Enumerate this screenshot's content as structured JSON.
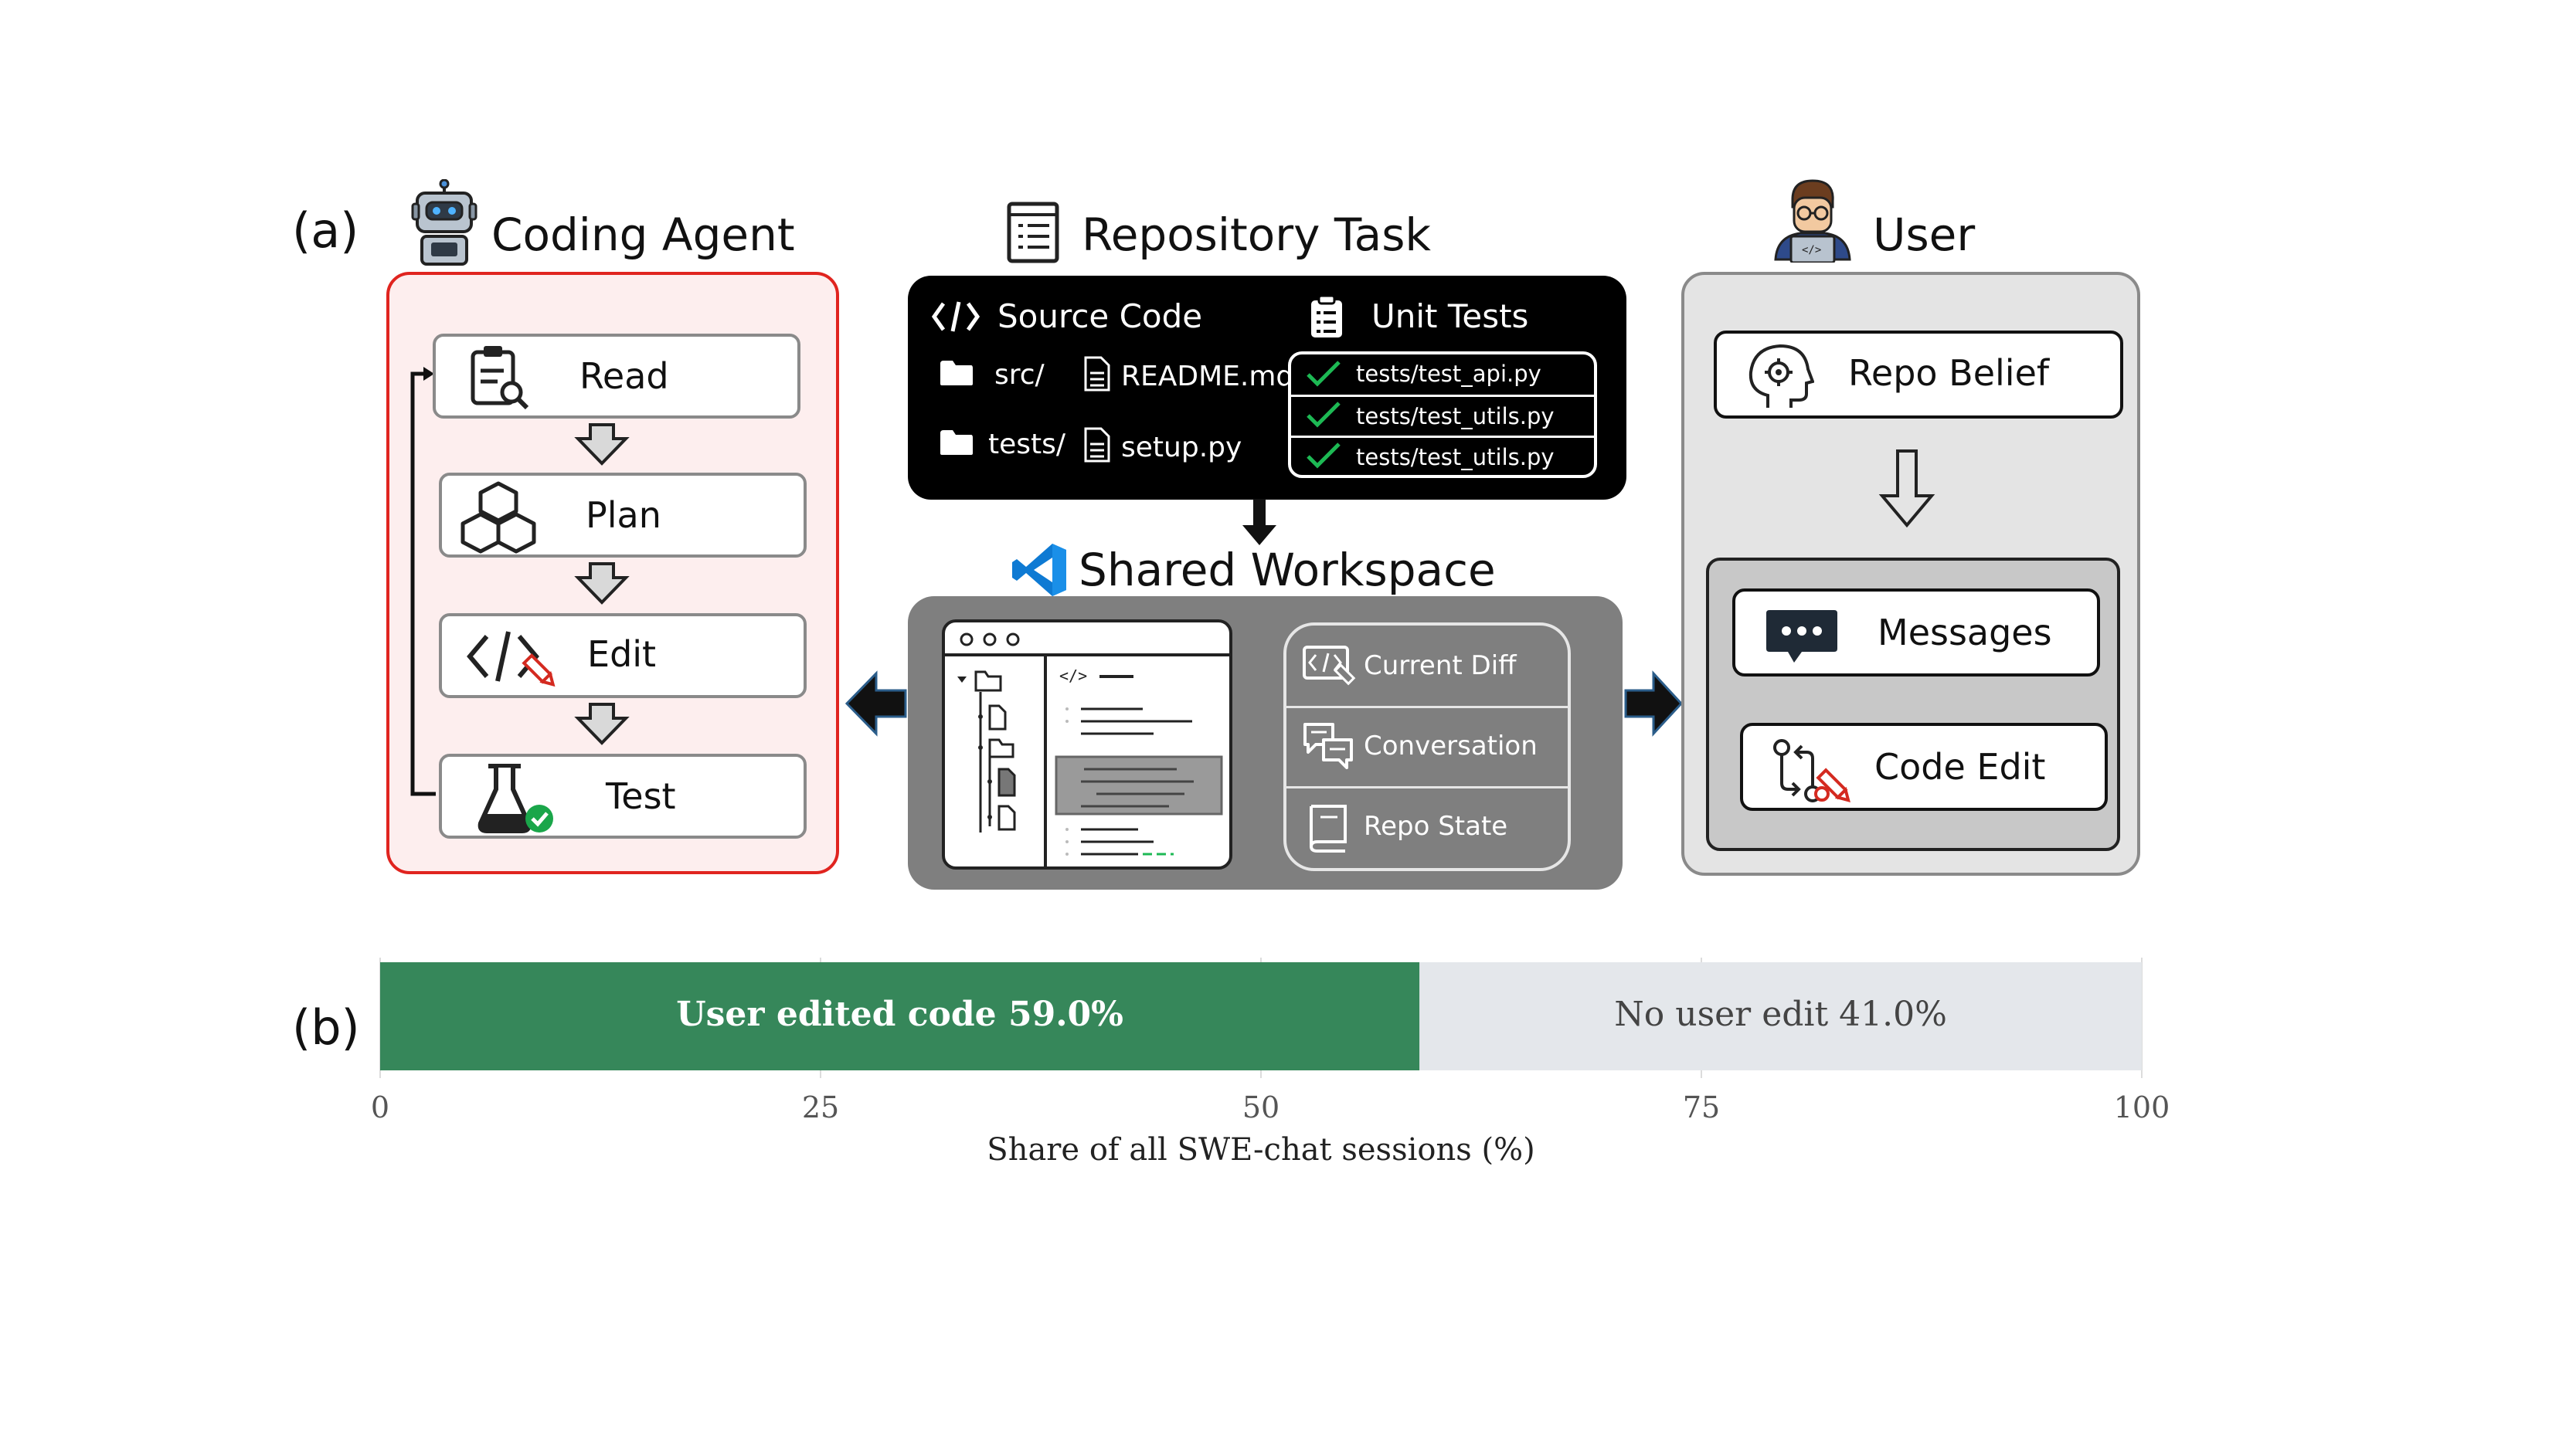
{
  "panel_a_label": "(a)",
  "panel_b_label": "(b)",
  "agent": {
    "title": "Coding Agent",
    "steps": [
      "Read",
      "Plan",
      "Edit",
      "Test"
    ],
    "accent": "#e0241f",
    "bg": "#fdeeee"
  },
  "repo": {
    "title": "Repository Task",
    "source_header": "Source Code",
    "unit_tests_header": "Unit Tests",
    "files": [
      "src/",
      "README.md",
      "tests/",
      "setup.py"
    ],
    "tests": [
      "tests/test_api.py",
      "tests/test_utils.py",
      "tests/test_utils.py"
    ]
  },
  "workspace": {
    "title": "Shared Workspace",
    "items": [
      "Current Diff",
      "Conversation",
      "Repo State"
    ]
  },
  "user": {
    "title": "User",
    "belief": "Repo Belief",
    "messages": "Messages",
    "code_edit": "Code Edit"
  },
  "chart_data": {
    "type": "bar",
    "orientation": "horizontal-stacked",
    "series": [
      {
        "name": "User edited code",
        "value": 59.0,
        "label": "User edited code  59.0%",
        "color": "#36875a"
      },
      {
        "name": "No user edit",
        "value": 41.0,
        "label": "No user edit  41.0%",
        "color": "#e4e7eb"
      }
    ],
    "xlim": [
      0,
      100
    ],
    "xticks": [
      "0",
      "25",
      "50",
      "75",
      "100"
    ],
    "xlabel": "Share of all SWE-chat sessions (%)"
  }
}
